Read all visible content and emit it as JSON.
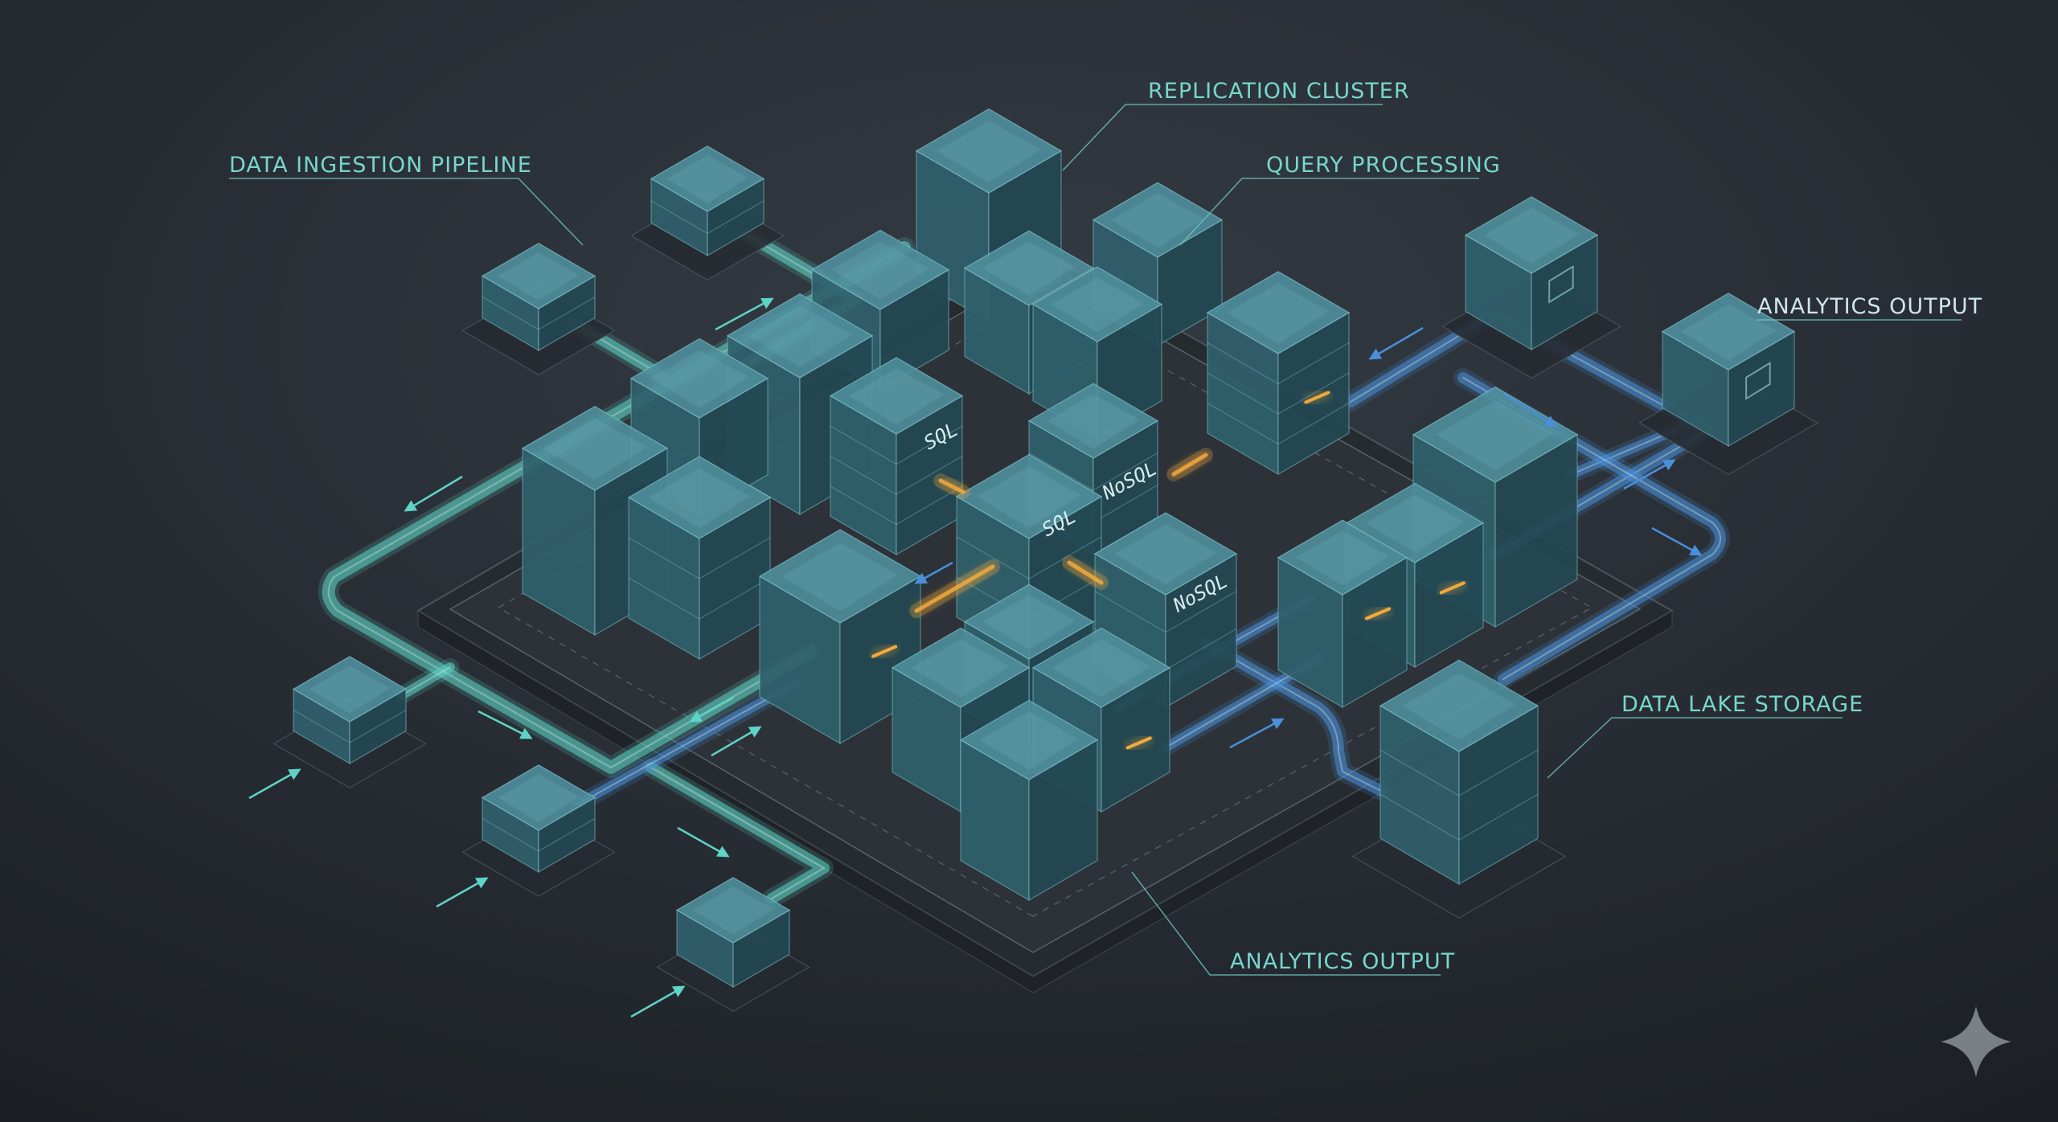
{
  "diagram": {
    "colors": {
      "background_top": "#2b3138",
      "background_bottom": "#1d2126",
      "teal_pipe": "#5fd3c6",
      "blue_pipe": "#4a8fd8",
      "label": "#78d6cc",
      "amber": "#f2a93b",
      "cube_top": "#4f8e9c",
      "cube_left": "#2f5f6b",
      "cube_right": "#234852",
      "edge": "#7fc0c8"
    },
    "labels": [
      {
        "id": "data-ingestion-pipeline",
        "text": "DATA INGESTION PIPELINE"
      },
      {
        "id": "replication-cluster",
        "text": "REPLICATION CLUSTER"
      },
      {
        "id": "query-processing",
        "text": "QUERY PROCESSING"
      },
      {
        "id": "analytics-output-right",
        "text": "ANALYTICS OUTPUT"
      },
      {
        "id": "data-lake-storage",
        "text": "DATA LAKE STORAGE"
      },
      {
        "id": "analytics-output-bottom",
        "text": "ANALYTICS OUTPUT"
      }
    ],
    "node_tags": [
      {
        "id": "sql-upper",
        "text": "SQL"
      },
      {
        "id": "nosql-upper",
        "text": "NoSQL"
      },
      {
        "id": "sql-center",
        "text": "SQL"
      },
      {
        "id": "nosql-lower",
        "text": "NoSQL"
      }
    ],
    "icons": [
      "sparkle-icon"
    ]
  }
}
